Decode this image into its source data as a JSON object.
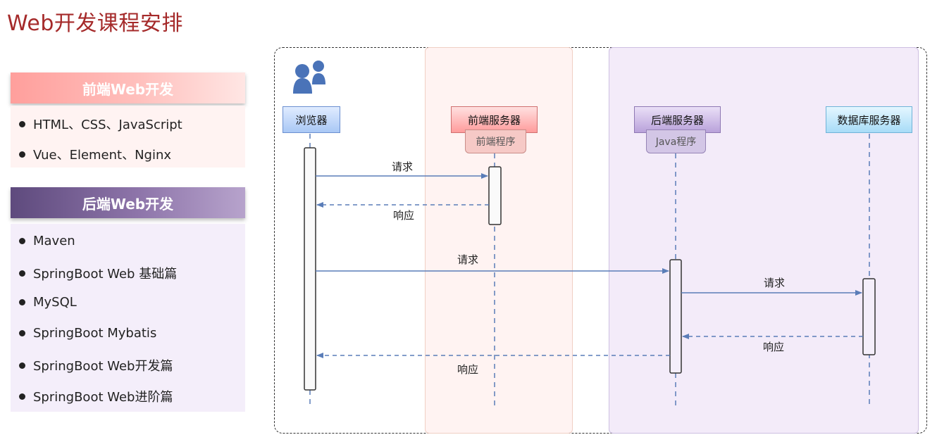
{
  "title": "Web开发课程安排",
  "frontend_panel": {
    "heading": "前端Web开发",
    "items": [
      "HTML、CSS、JavaScript",
      "Vue、Element、Nginx"
    ]
  },
  "backend_panel": {
    "heading": "后端Web开发",
    "items": [
      "Maven",
      "SpringBoot Web 基础篇",
      "MySQL",
      "SpringBoot Mybatis",
      "SpringBoot Web开发篇",
      "SpringBoot Web进阶篇"
    ]
  },
  "diagram": {
    "actors": {
      "browser": "浏览器",
      "frontend_server": "前端服务器",
      "backend_server": "后端服务器",
      "database_server": "数据库服务器"
    },
    "tags": {
      "frontend_program": "前端程序",
      "backend_program": "Java程序"
    },
    "messages": [
      {
        "from": "browser",
        "to": "frontend_server",
        "label": "请求",
        "kind": "request"
      },
      {
        "from": "frontend_server",
        "to": "browser",
        "label": "响应",
        "kind": "response"
      },
      {
        "from": "browser",
        "to": "backend_server",
        "label": "请求",
        "kind": "request"
      },
      {
        "from": "backend_server",
        "to": "database_server",
        "label": "请求",
        "kind": "request"
      },
      {
        "from": "database_server",
        "to": "backend_server",
        "label": "响应",
        "kind": "response"
      },
      {
        "from": "backend_server",
        "to": "browser",
        "label": "响应",
        "kind": "response"
      }
    ],
    "colors": {
      "arrow": "#5a7db8",
      "lifeline": "#5a7db8",
      "user_icon": "#4a73b8"
    }
  }
}
